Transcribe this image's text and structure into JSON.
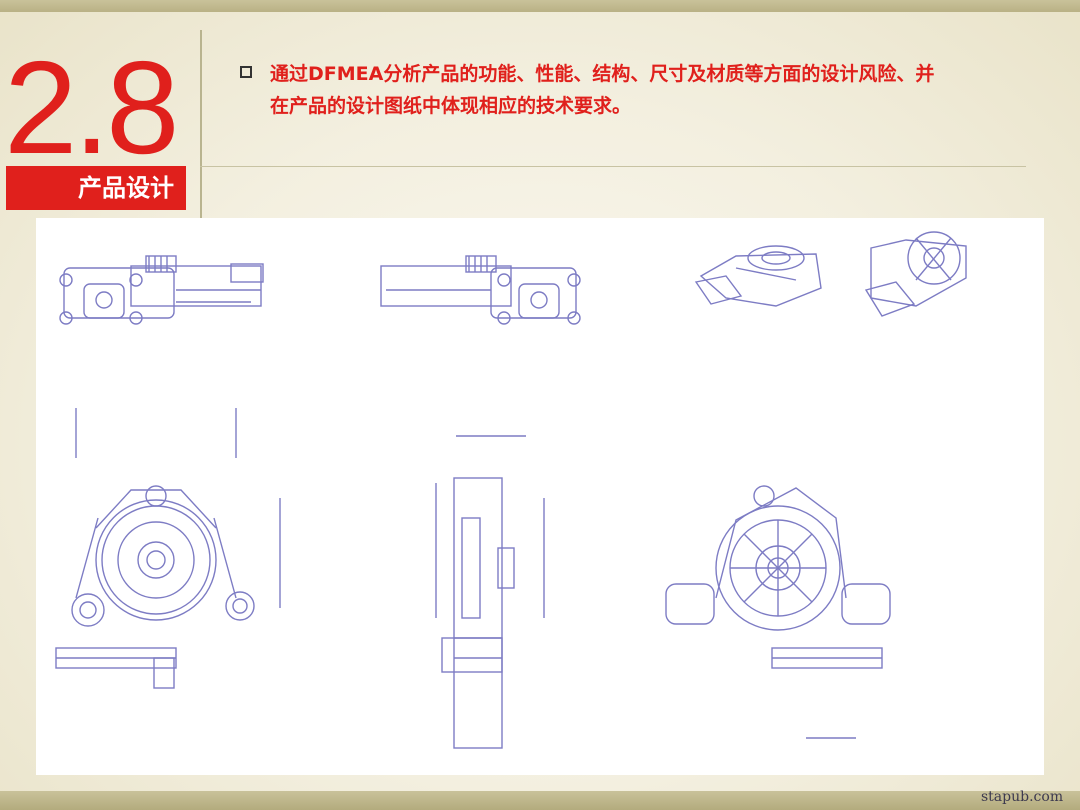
{
  "section": {
    "number": "2.8",
    "label": "产品设计"
  },
  "bullet": {
    "line1": "通过DFMEA分析产品的功能、性能、结构、尺寸及材质等方面的设计风险、并",
    "line2": "在产品的设计图纸中体现相应的技术要求。"
  },
  "drawing": {
    "description_icon": "engineering-drawing",
    "line_color": "#7d7cc4"
  },
  "watermark": "stapub.com",
  "colors": {
    "accent": "#e0201c",
    "bar": "#c2bb90"
  }
}
